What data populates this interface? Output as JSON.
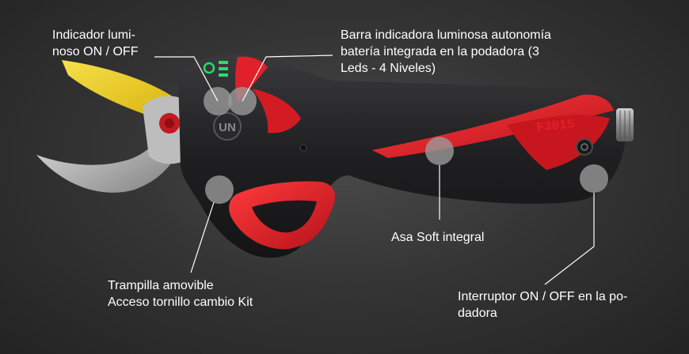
{
  "product": {
    "model_label": "F3015",
    "logo_text": "UN"
  },
  "labels": {
    "on_off_indicator": [
      "Indicador lumi-",
      "noso ON / OFF"
    ],
    "battery_bar": [
      "Barra indicadora luminosa autonomía",
      "batería integrada en la podadora (3",
      "Leds - 4 Niveles)"
    ],
    "soft_grip": [
      "Asa Soft integral"
    ],
    "removable_hatch": [
      "Trampilla amovible",
      "Acceso tornillo cambio Kit"
    ],
    "power_switch": [
      "Interruptor  ON / OFF en la po-",
      "dadora"
    ]
  },
  "colors": {
    "background": "#333333",
    "body_black": "#1c1c1e",
    "accent_red": "#e0202a",
    "blade_yellow": "#f2d21e",
    "blade_steel": "#b9b9b9",
    "led_green": "#22e06a",
    "marker_grey": "#8f8f8f",
    "callout_line": "#ffffff"
  }
}
